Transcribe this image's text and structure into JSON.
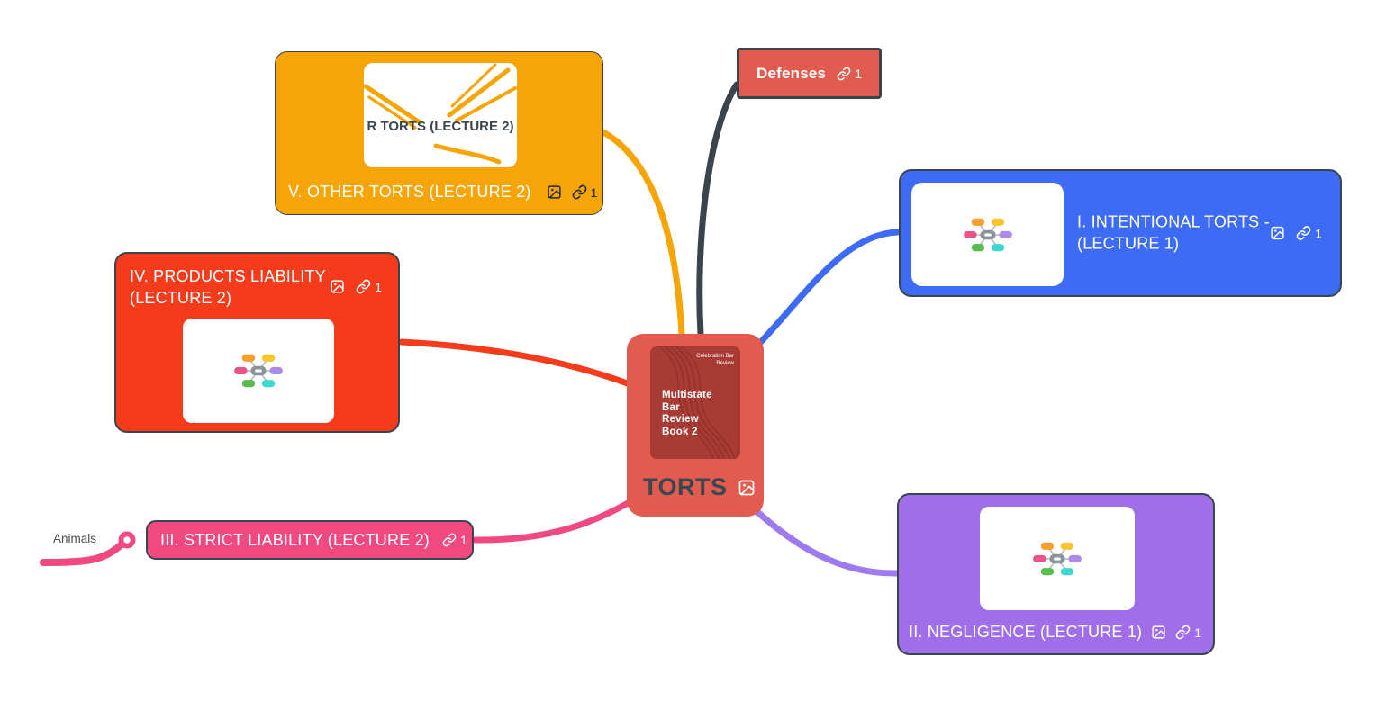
{
  "canvas": {
    "background": "#ffffff"
  },
  "center_node": {
    "label": "TORTS",
    "color": "#E15C4E",
    "book_cover": {
      "publisher": "Celebration Bar\nReview",
      "title": "Multistate\nBar\nReview\nBook 2"
    }
  },
  "nodes": [
    {
      "id": "defenses",
      "label": "Defenses",
      "link_count": "1",
      "color": "#E15C4E"
    },
    {
      "id": "other-torts",
      "label": "V. OTHER TORTS (LECTURE 2)",
      "link_count": "1",
      "color": "#F6A509",
      "thumbnail_caption": "R TORTS (LECTURE 2)"
    },
    {
      "id": "products-liability",
      "label": "IV. PRODUCTS LIABILITY (LECTURE 2)",
      "link_count": "1",
      "color": "#F43C1D"
    },
    {
      "id": "strict-liability",
      "label": "III. STRICT LIABILITY (LECTURE 2)",
      "link_count": "1",
      "color": "#F0497F"
    },
    {
      "id": "intentional-torts",
      "label": "I. INTENTIONAL TORTS - (LECTURE 1)",
      "link_count": "1",
      "color": "#3E6BF4"
    },
    {
      "id": "negligence",
      "label": "II. NEGLIGENCE (LECTURE 1)",
      "link_count": "1",
      "color": "#A16EE9"
    }
  ],
  "child_nodes": [
    {
      "label": "Animals"
    }
  ]
}
